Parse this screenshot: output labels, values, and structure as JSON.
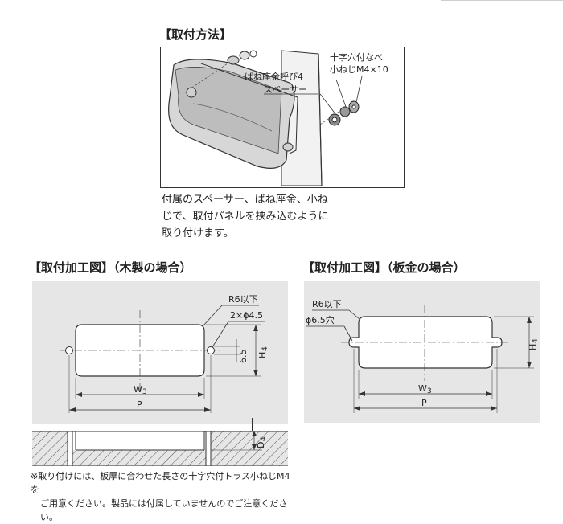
{
  "method": {
    "title": "【取付方法】",
    "label_screw_line1": "十字穴付なべ",
    "label_screw_line2": "小ねじM4×10",
    "label_washer": "ばね座金呼び4",
    "label_spacer": "スペーサー",
    "desc_line1": "付属のスペーサー、ばね座金、小ね",
    "desc_line2": "じで、取付パネルを挟み込むように",
    "desc_line3": "取り付けます。"
  },
  "wood": {
    "title": "【取付加工図】（木製の場合）",
    "r_label": "R6以下",
    "hole_label": "2×ϕ4.5",
    "dim_65": "6.5",
    "dim_h": "H",
    "dim_h_sub": "4",
    "dim_w": "W",
    "dim_w_sub": "3",
    "dim_p": "P",
    "dim_d": "D",
    "dim_d_sub": "4"
  },
  "sheet": {
    "title": "【取付加工図】（板金の場合）",
    "r_label": "R6以下",
    "hole_label": "ϕ6.5穴",
    "dim_h": "H",
    "dim_h_sub": "4",
    "dim_w": "W",
    "dim_w_sub": "3",
    "dim_p": "P"
  },
  "note": {
    "line1": "※取り付けには、板厚に合わせた長さの十字穴付トラス小ねじM4を",
    "line2": "ご用意ください。製品には付属していませんのでご注意ください。"
  },
  "colors": {
    "panel_bg": "#e6e6e6",
    "line": "#333333"
  }
}
